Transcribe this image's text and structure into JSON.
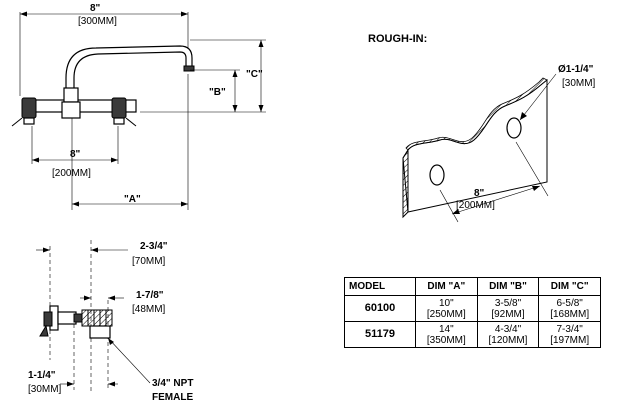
{
  "front_view": {
    "top_width": {
      "imperial": "8\"",
      "metric": "[300MM]"
    },
    "center_width": {
      "imperial": "8\"",
      "metric": "[200MM]"
    },
    "dim_a": "\"A\"",
    "dim_b": "\"B\"",
    "dim_c": "\"C\""
  },
  "rough_in": {
    "title": "ROUGH-IN:",
    "hole_dia": {
      "imperial": "Ø1-1/4\"",
      "metric": "[30MM]"
    },
    "spacing": {
      "imperial": "8\"",
      "metric": "[200MM]"
    }
  },
  "side_view": {
    "depth": {
      "imperial": "2-3/4\"",
      "metric": "[70MM]"
    },
    "shank": {
      "imperial": "1-7/8\"",
      "metric": "[48MM]"
    },
    "nut": {
      "imperial": "1-1/4\"",
      "metric": "[30MM]"
    },
    "thread": {
      "line1": "3/4\" NPT",
      "line2": "FEMALE"
    }
  },
  "table": {
    "headers": [
      "MODEL",
      "DIM \"A\"",
      "DIM \"B\"",
      "DIM \"C\""
    ],
    "rows": [
      {
        "model": "60100",
        "a": [
          "10\"",
          "[250MM]"
        ],
        "b": [
          "3-5/8\"",
          "[92MM]"
        ],
        "c": [
          "6-5/8\"",
          "[168MM]"
        ]
      },
      {
        "model": "51179",
        "a": [
          "14\"",
          "[350MM]"
        ],
        "b": [
          "4-3/4\"",
          "[120MM]"
        ],
        "c": [
          "7-3/4\"",
          "[197MM]"
        ]
      }
    ]
  }
}
